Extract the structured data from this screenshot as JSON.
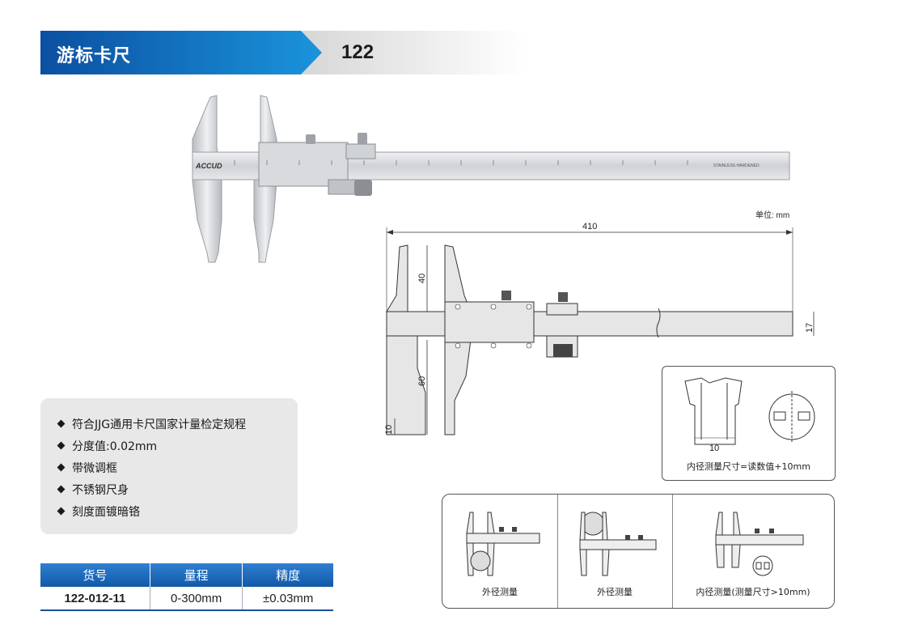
{
  "header": {
    "title": "游标卡尺",
    "model": "122"
  },
  "photo": {
    "brand": "ACCUD",
    "plate": "STAINLESS  HARDENED"
  },
  "dimensions": {
    "unit_label": "单位: mm",
    "length": "410",
    "upper_jaw": "40",
    "lower_jaw": "60",
    "tip": "10",
    "beam_height": "17"
  },
  "inner_diagram": {
    "dim": "10",
    "caption": "内径测量尺寸=读数值+10mm"
  },
  "features": [
    "符合JJG通用卡尺国家计量检定规程",
    "分度值:0.02mm",
    "带微调框",
    "不锈钢尺身",
    "刻度面镀暗铬"
  ],
  "spec_table": {
    "headers": [
      "货号",
      "量程",
      "精度"
    ],
    "rows": [
      [
        "122-012-11",
        "0-300mm",
        "±0.03mm"
      ]
    ]
  },
  "methods": [
    {
      "caption": "外径测量"
    },
    {
      "caption": "外径测量"
    },
    {
      "caption": "内径测量(测量尺寸>10mm)"
    }
  ],
  "colors": {
    "brand_blue": "#1a6fc4",
    "steel": "#d4d6da"
  }
}
